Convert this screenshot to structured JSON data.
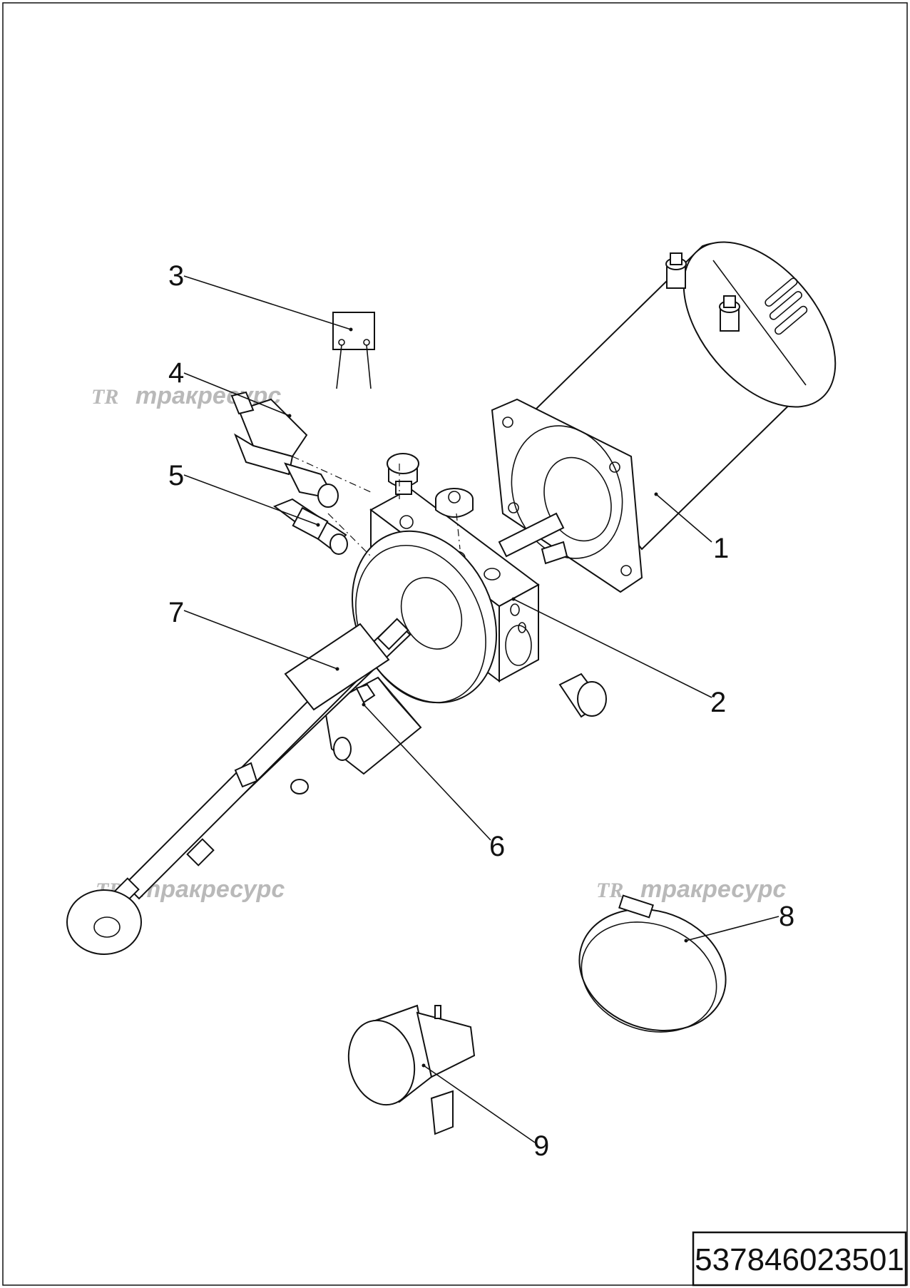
{
  "drawing": {
    "part_code": "537846023501",
    "watermark_text": "тракресурс",
    "watermark_logo": "TR",
    "callouts": [
      {
        "id": "callout-1",
        "label": "1"
      },
      {
        "id": "callout-2",
        "label": "2"
      },
      {
        "id": "callout-3",
        "label": "3"
      },
      {
        "id": "callout-4",
        "label": "4"
      },
      {
        "id": "callout-5",
        "label": "5"
      },
      {
        "id": "callout-6",
        "label": "6"
      },
      {
        "id": "callout-7",
        "label": "7"
      },
      {
        "id": "callout-8",
        "label": "8"
      },
      {
        "id": "callout-9",
        "label": "9"
      }
    ]
  }
}
